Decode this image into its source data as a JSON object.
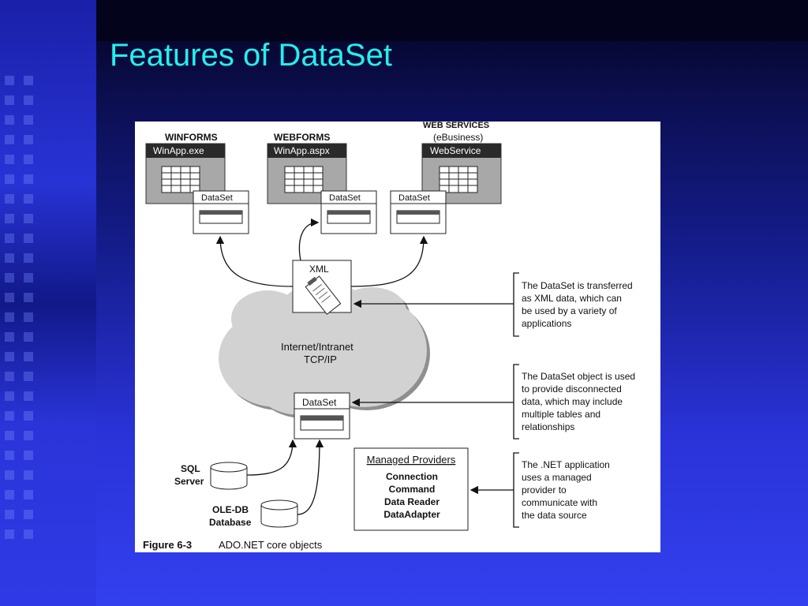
{
  "slide": {
    "title": "Features of DataSet"
  },
  "diagram": {
    "clients": [
      {
        "heading": "WINFORMS",
        "subheading": "",
        "window_title": "WinApp.exe",
        "dataset_label": "DataSet"
      },
      {
        "heading": "WEBFORMS",
        "subheading": "",
        "window_title": "WinApp.aspx",
        "dataset_label": "DataSet"
      },
      {
        "heading": "WEB SERVICES",
        "subheading": "(eBusiness)",
        "window_title": "WebService",
        "dataset_label": "DataSet"
      }
    ],
    "xml_label": "XML",
    "cloud_lines": [
      "Internet/Intranet",
      "TCP/IP"
    ],
    "center_dataset_label": "DataSet",
    "sources": [
      {
        "lines": [
          "SQL",
          "Server"
        ]
      },
      {
        "lines": [
          "OLE-DB",
          "Database"
        ]
      }
    ],
    "managed_providers": {
      "title": "Managed Providers",
      "items": [
        "Connection",
        "Command",
        "Data Reader",
        "DataAdapter"
      ]
    },
    "annotations": [
      {
        "lines": [
          "The DataSet is transferred",
          "as XML data, which can",
          "be used by a variety of",
          "applications"
        ]
      },
      {
        "lines": [
          "The DataSet object is used",
          "to provide disconnected",
          "data, which may include",
          "multiple tables and",
          "relationships"
        ]
      },
      {
        "lines": [
          "The .NET application",
          "uses a managed",
          "provider to",
          "communicate with",
          "the data source"
        ]
      }
    ],
    "caption": {
      "label": "Figure 6-3",
      "text": "ADO.NET core objects"
    }
  }
}
